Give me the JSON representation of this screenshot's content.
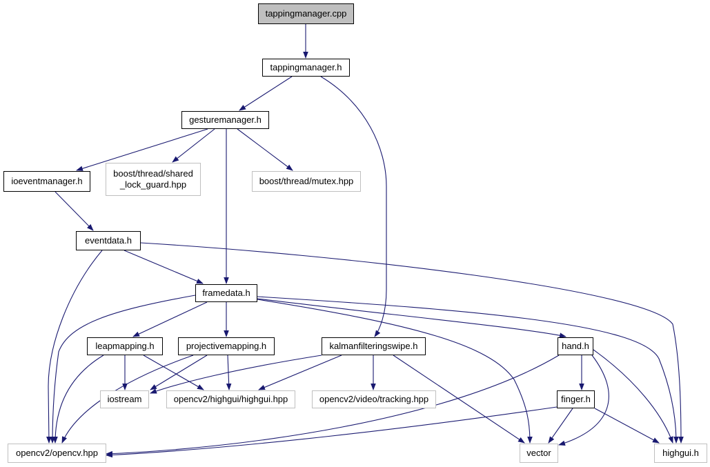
{
  "colors": {
    "edge": "#191970",
    "external_border": "#bfbfbf",
    "root_fill": "#bfbfbf",
    "border": "#000000"
  },
  "nodes": [
    {
      "id": "tappingmanager_cpp",
      "label": "tappingmanager.cpp",
      "kind": "root"
    },
    {
      "id": "tappingmanager_h",
      "label": "tappingmanager.h",
      "kind": "internal"
    },
    {
      "id": "gesturemanager_h",
      "label": "gesturemanager.h",
      "kind": "internal"
    },
    {
      "id": "ioeventmanager_h",
      "label": "ioeventmanager.h",
      "kind": "internal"
    },
    {
      "id": "shared_lock_guard",
      "label": "boost/thread/shared\n_lock_guard.hpp",
      "kind": "external"
    },
    {
      "id": "mutex_hpp",
      "label": "boost/thread/mutex.hpp",
      "kind": "external"
    },
    {
      "id": "eventdata_h",
      "label": "eventdata.h",
      "kind": "internal"
    },
    {
      "id": "framedata_h",
      "label": "framedata.h",
      "kind": "internal"
    },
    {
      "id": "leapmapping_h",
      "label": "leapmapping.h",
      "kind": "internal"
    },
    {
      "id": "projectivemapping_h",
      "label": "projectivemapping.h",
      "kind": "internal"
    },
    {
      "id": "kalmanfilteringswipe_h",
      "label": "kalmanfilteringswipe.h",
      "kind": "internal"
    },
    {
      "id": "hand_h",
      "label": "hand.h",
      "kind": "internal"
    },
    {
      "id": "iostream",
      "label": "iostream",
      "kind": "external"
    },
    {
      "id": "highgui_hpp",
      "label": "opencv2/highgui/highgui.hpp",
      "kind": "external"
    },
    {
      "id": "tracking_hpp",
      "label": "opencv2/video/tracking.hpp",
      "kind": "external"
    },
    {
      "id": "finger_h",
      "label": "finger.h",
      "kind": "internal"
    },
    {
      "id": "opencv_hpp",
      "label": "opencv2/opencv.hpp",
      "kind": "external"
    },
    {
      "id": "vector",
      "label": "vector",
      "kind": "external"
    },
    {
      "id": "highgui_h",
      "label": "highgui.h",
      "kind": "external"
    }
  ],
  "edges": [
    [
      "tappingmanager_cpp",
      "tappingmanager_h"
    ],
    [
      "tappingmanager_h",
      "gesturemanager_h"
    ],
    [
      "tappingmanager_h",
      "kalmanfilteringswipe_h"
    ],
    [
      "gesturemanager_h",
      "ioeventmanager_h"
    ],
    [
      "gesturemanager_h",
      "shared_lock_guard"
    ],
    [
      "gesturemanager_h",
      "mutex_hpp"
    ],
    [
      "gesturemanager_h",
      "framedata_h"
    ],
    [
      "ioeventmanager_h",
      "eventdata_h"
    ],
    [
      "eventdata_h",
      "framedata_h"
    ],
    [
      "eventdata_h",
      "opencv_hpp"
    ],
    [
      "eventdata_h",
      "highgui_h"
    ],
    [
      "framedata_h",
      "leapmapping_h"
    ],
    [
      "framedata_h",
      "projectivemapping_h"
    ],
    [
      "framedata_h",
      "hand_h"
    ],
    [
      "framedata_h",
      "opencv_hpp"
    ],
    [
      "framedata_h",
      "vector"
    ],
    [
      "framedata_h",
      "highgui_h"
    ],
    [
      "leapmapping_h",
      "iostream"
    ],
    [
      "leapmapping_h",
      "highgui_hpp"
    ],
    [
      "leapmapping_h",
      "opencv_hpp"
    ],
    [
      "projectivemapping_h",
      "iostream"
    ],
    [
      "projectivemapping_h",
      "highgui_hpp"
    ],
    [
      "projectivemapping_h",
      "opencv_hpp"
    ],
    [
      "kalmanfilteringswipe_h",
      "iostream"
    ],
    [
      "kalmanfilteringswipe_h",
      "highgui_hpp"
    ],
    [
      "kalmanfilteringswipe_h",
      "tracking_hpp"
    ],
    [
      "kalmanfilteringswipe_h",
      "vector"
    ],
    [
      "hand_h",
      "finger_h"
    ],
    [
      "hand_h",
      "opencv_hpp"
    ],
    [
      "hand_h",
      "vector"
    ],
    [
      "hand_h",
      "highgui_h"
    ],
    [
      "finger_h",
      "opencv_hpp"
    ],
    [
      "finger_h",
      "vector"
    ],
    [
      "finger_h",
      "highgui_h"
    ]
  ]
}
